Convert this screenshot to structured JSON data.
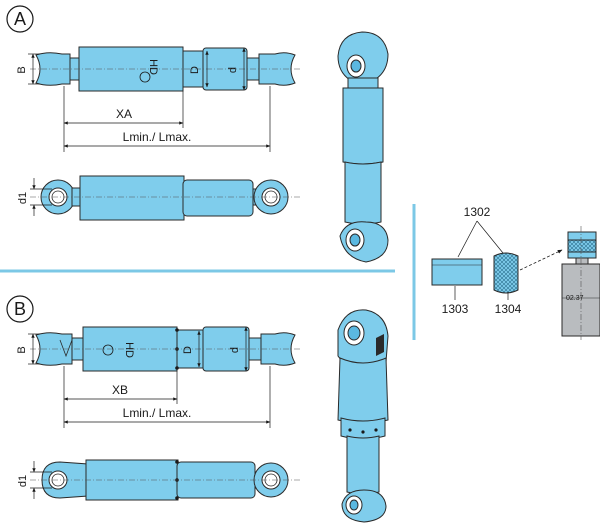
{
  "sections": {
    "a": {
      "badge": "A",
      "dim_b": "B",
      "dim_D": "D",
      "dim_d": "d",
      "dim_x": "XA",
      "dim_len": "Lmin./ Lmax.",
      "dim_d1": "d1",
      "marking": "HD"
    },
    "b": {
      "badge": "B",
      "dim_b": "B",
      "dim_D": "D",
      "dim_d": "d",
      "dim_x": "XB",
      "dim_len": "Lmin./ Lmax.",
      "dim_d1": "d1",
      "marking": "HD"
    }
  },
  "callouts": {
    "top": "1302",
    "left": "1303",
    "right": "1304",
    "stamp": "02.37"
  },
  "colors": {
    "part": "#7fcdec",
    "separator": "#7cc8e6",
    "grey_part": "#b9bcbf"
  }
}
